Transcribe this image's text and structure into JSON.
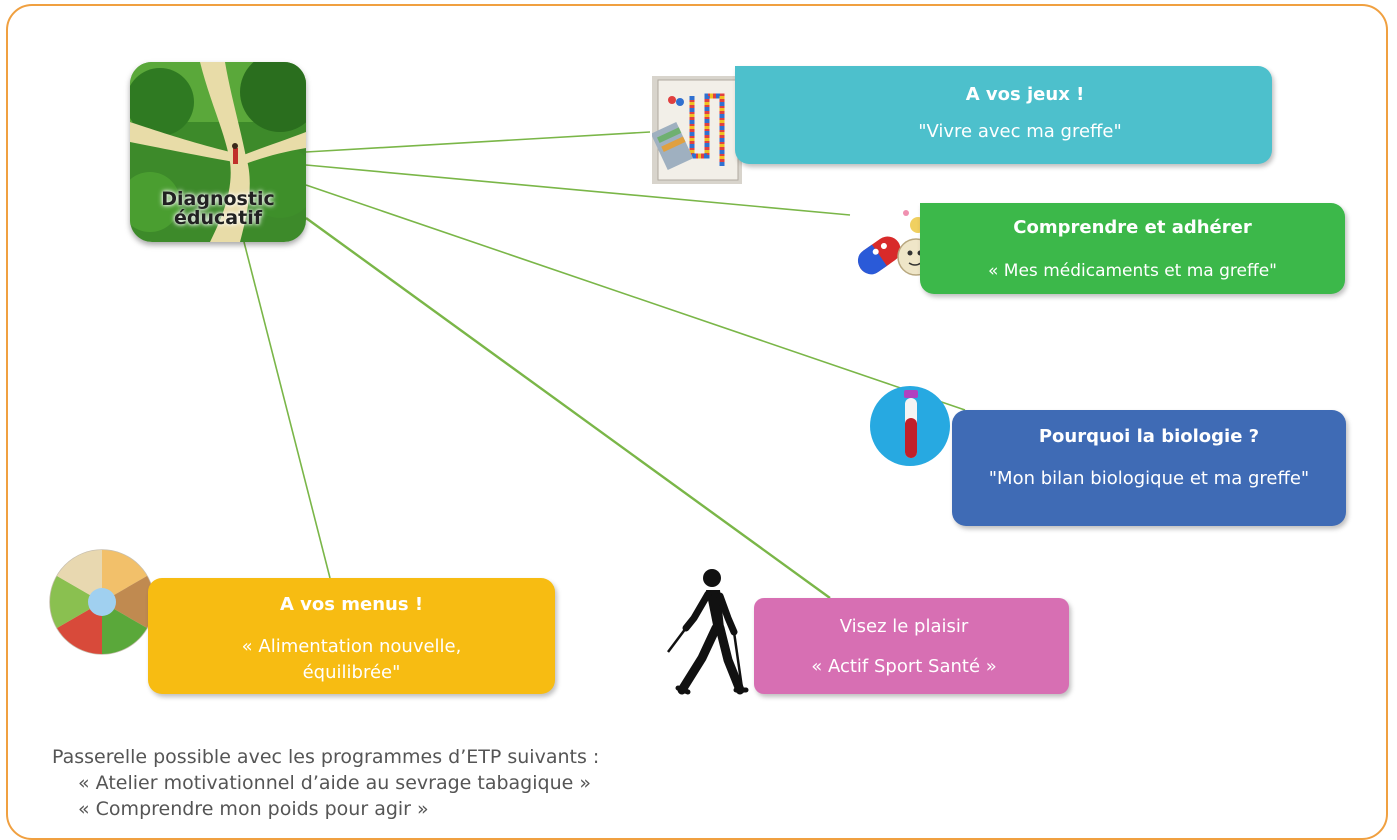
{
  "hub": {
    "label": "Diagnostic éducatif"
  },
  "boxes": {
    "jeux": {
      "title": "A vos jeux !",
      "subtitle": "\"Vivre avec ma greffe\""
    },
    "comprendre": {
      "title": "Comprendre et adhérer",
      "subtitle": "« Mes médicaments et ma greffe\""
    },
    "biologie": {
      "title": "Pourquoi la biologie ?",
      "subtitle": "\"Mon bilan biologique et ma greffe\""
    },
    "menus": {
      "title": "A vos menus !",
      "subtitle": "« Alimentation nouvelle, équilibrée\""
    },
    "plaisir": {
      "title": "Visez le plaisir",
      "subtitle": "« Actif Sport Santé »"
    }
  },
  "footer": {
    "intro": "Passerelle possible avec les programmes d’ETP suivants :",
    "items": [
      "« Atelier motivationnel d’aide au sevrage tabagique »",
      "« Comprendre mon poids pour agir »"
    ]
  },
  "icons": {
    "hub": "path-in-park-photo-icon",
    "jeux": "board-game-icon",
    "comprendre": "medication-pills-icon",
    "biologie": "blood-tube-icon",
    "menus": "food-plate-icon",
    "plaisir": "nordic-walker-icon"
  },
  "colors": {
    "frame": "#f0a040",
    "connector": "#7ab648",
    "jeux": "#4dc0cc",
    "comprendre": "#3cb84a",
    "biologie": "#3f6bb5",
    "menus": "#f7bc12",
    "plaisir": "#d76fb3",
    "footer_text": "#555555"
  }
}
